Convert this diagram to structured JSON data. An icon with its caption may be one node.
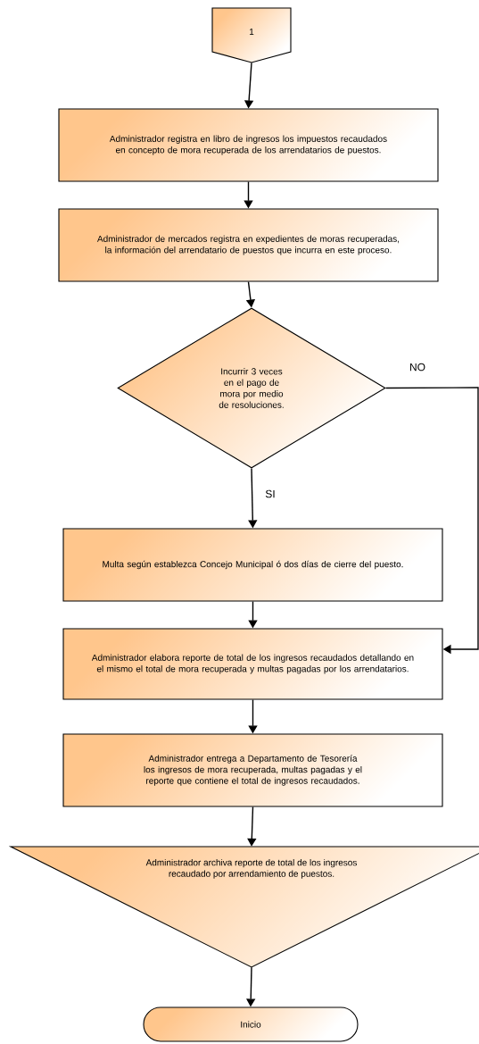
{
  "diagram": {
    "nodes": [
      {
        "text": [
          "1"
        ]
      },
      {
        "text": [
          "Administrador registra en libro de ingresos los impuestos recaudados en concepto de mora recuperada de los arrendatarios de puestos."
        ]
      },
      {
        "text": [
          "Administrador de mercados registra en expedientes de moras recuperadas, la información del arrendatario de puestos que incurra en este proceso."
        ]
      },
      {
        "text": [
          "Incurrir 3 veces en el pago de mora por medio de resoluciones."
        ]
      },
      {
        "text": [
          "Multa según establezca Concejo Municipal ó dos días de cierre del puesto."
        ]
      },
      {
        "text": [
          "Administrador elabora reporte de total de los ingresos recaudados detallando en el mismo el total de mora recuperada y multas pagadas por los arrendatarios."
        ]
      },
      {
        "text": [
          "Administrador entrega a Departamento de Tesorería los ingresos de mora recuperada, multas pagadas y el reporte que contiene el total de ingresos recaudados."
        ]
      },
      {
        "text": [
          "Administrador archiva reporte de total de los ingresos recaudado por arrendamiento de puestos."
        ]
      },
      {
        "text": [
          "Inicio"
        ]
      }
    ],
    "edges": [
      {
        "from": 0,
        "to": 1,
        "arrow": "to"
      },
      {
        "from": 1,
        "to": 2,
        "arrow": "to"
      },
      {
        "from": 2,
        "to": 3,
        "arrow": "to"
      },
      {
        "from": 3,
        "to": 4,
        "arrow": "to",
        "label": "SI"
      },
      {
        "from": 3,
        "to": 5,
        "arrow": "to",
        "label": "NO"
      },
      {
        "from": 4,
        "to": 5,
        "arrow": "to"
      },
      {
        "from": 5,
        "to": 6,
        "arrow": "to"
      },
      {
        "from": 6,
        "to": 7,
        "arrow": "to"
      },
      {
        "from": 7,
        "to": 8,
        "arrow": "to"
      }
    ]
  }
}
